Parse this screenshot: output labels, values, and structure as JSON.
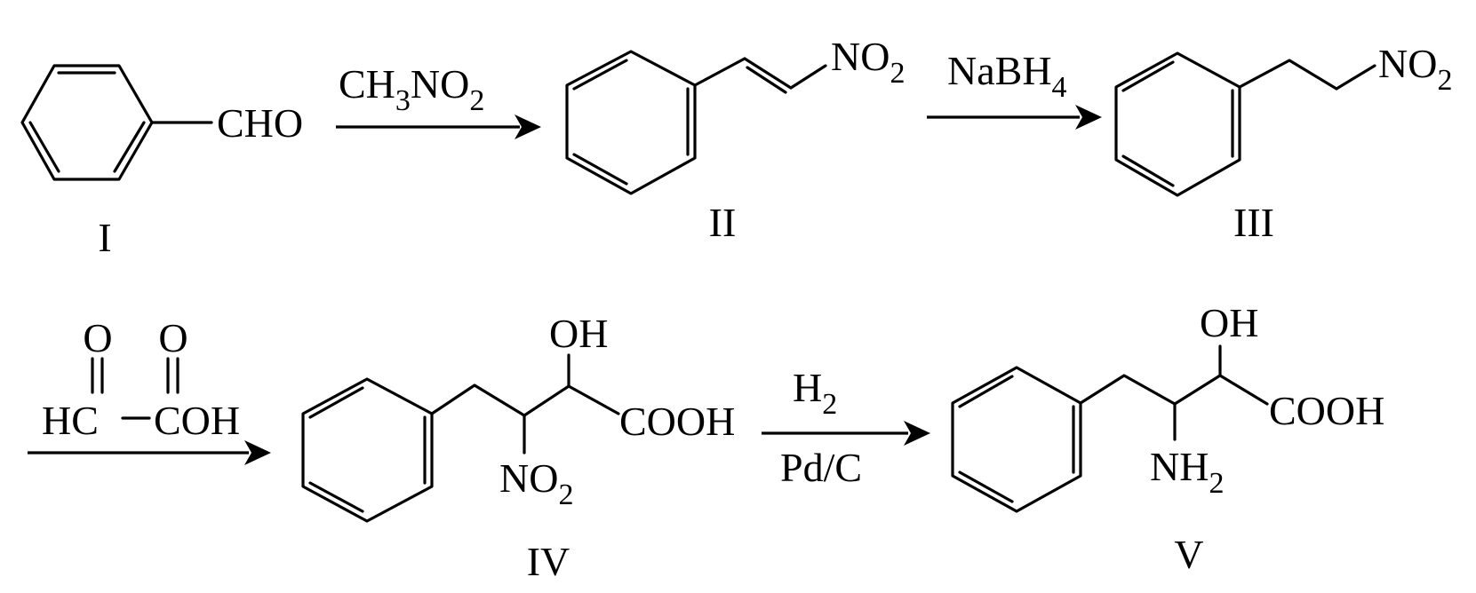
{
  "compounds": {
    "I": {
      "number": "I",
      "group": "CHO"
    },
    "II": {
      "number": "II",
      "group_main": "NO",
      "group_sub": "2"
    },
    "III": {
      "number": "III",
      "group_main": "NO",
      "group_sub": "2"
    },
    "IV": {
      "number": "IV",
      "oh": "OH",
      "cooh": "COOH",
      "nitro_main": "NO",
      "nitro_sub": "2"
    },
    "V": {
      "number": "V",
      "oh": "OH",
      "cooh": "COOH",
      "amine_main": "NH",
      "amine_sub": "2"
    }
  },
  "reagents": {
    "step1": {
      "p1": "CH",
      "s1": "3",
      "p2": "NO",
      "s2": "2"
    },
    "step2": {
      "p1": "NaBH",
      "s1": "4"
    },
    "step3": {
      "o_left": "O",
      "o_right": "O",
      "hc": "HC",
      "coh": "COH"
    },
    "step4": {
      "top_main": "H",
      "top_sub": "2",
      "bottom": "Pd/C"
    }
  },
  "colors": {
    "ink": "#000000",
    "background": "#ffffff"
  }
}
